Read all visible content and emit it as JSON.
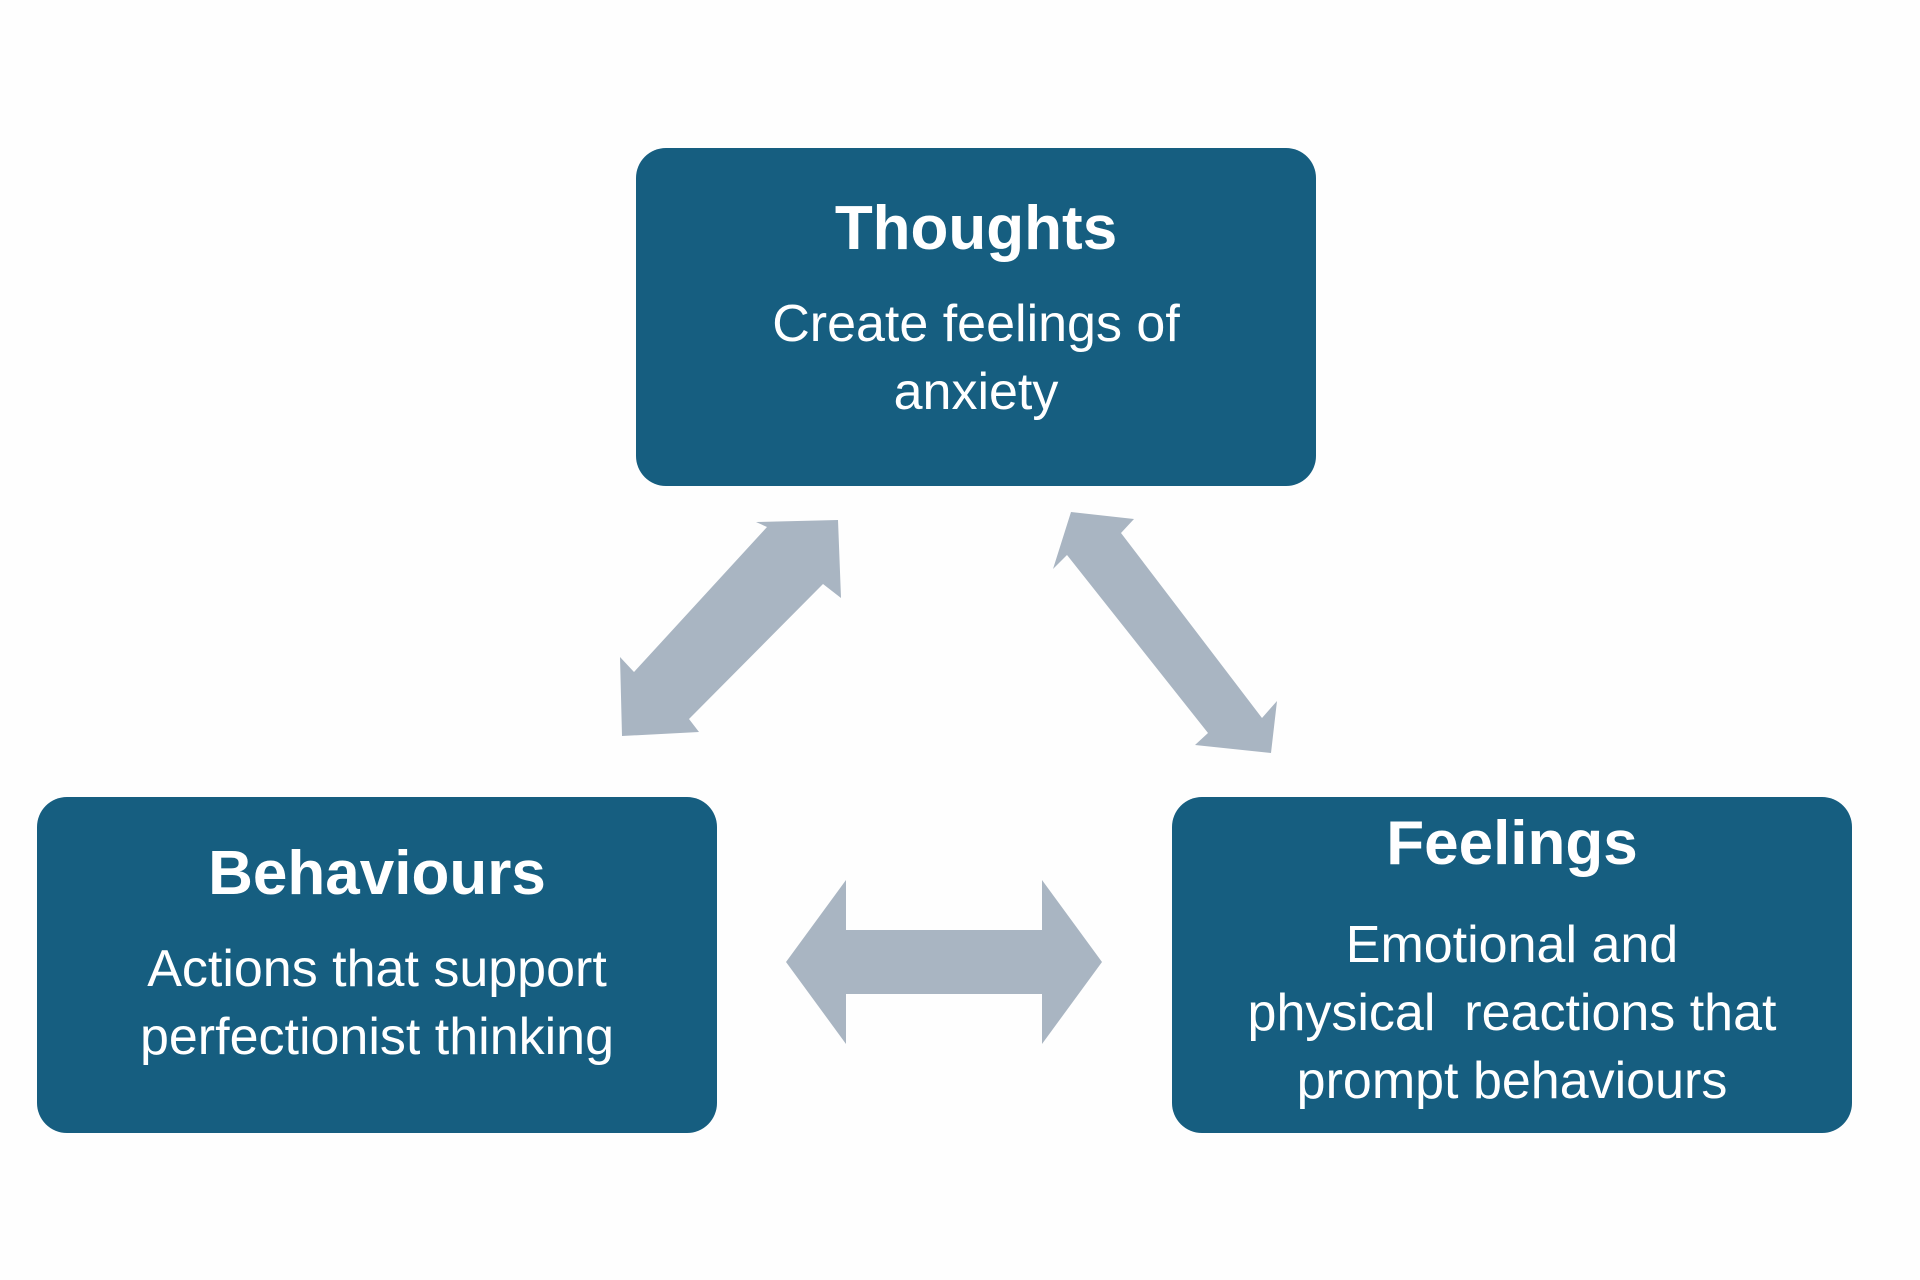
{
  "colors": {
    "box": "#165e80",
    "arrow": "#a9b5c2",
    "text": "#ffffff",
    "background": "#fefefe"
  },
  "nodes": {
    "thoughts": {
      "title": "Thoughts",
      "desc_lines": [
        "Create feelings of",
        "anxiety"
      ]
    },
    "behaviours": {
      "title": "Behaviours",
      "desc_lines": [
        "Actions that support",
        "perfectionist thinking"
      ]
    },
    "feelings": {
      "title": "Feelings",
      "desc_lines": [
        "Emotional and",
        "physical  reactions that",
        "prompt behaviours"
      ]
    }
  },
  "connections": [
    {
      "from": "thoughts",
      "to": "behaviours",
      "type": "bidirectional"
    },
    {
      "from": "thoughts",
      "to": "feelings",
      "type": "bidirectional"
    },
    {
      "from": "behaviours",
      "to": "feelings",
      "type": "bidirectional"
    }
  ]
}
